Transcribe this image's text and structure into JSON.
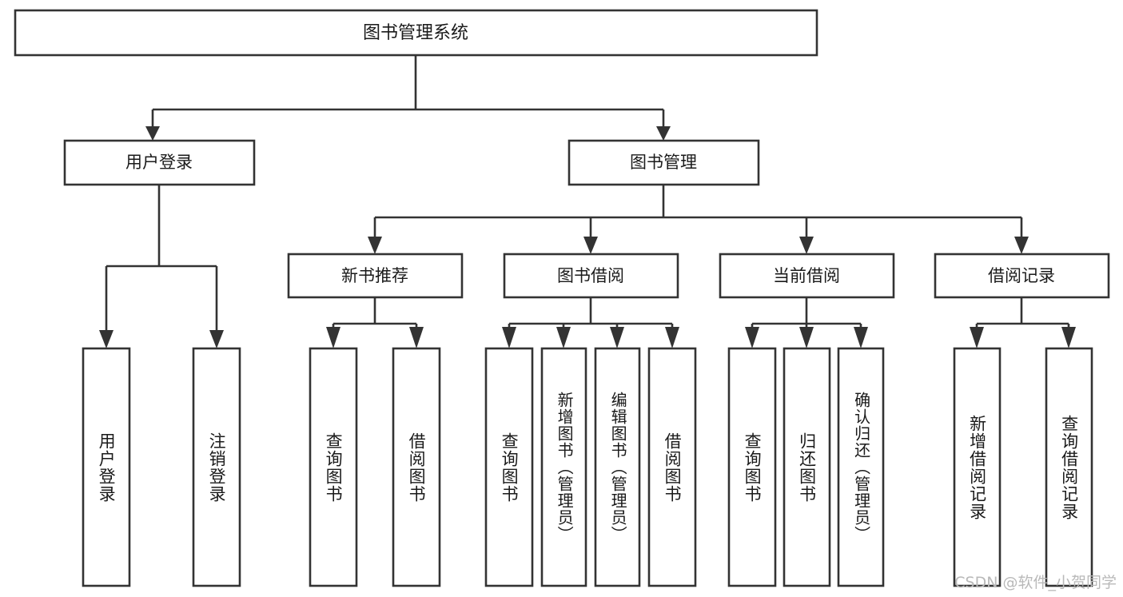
{
  "diagram": {
    "title": "图书管理系统",
    "type": "tree-hierarchy-diagram",
    "orientation": "top-down",
    "colors": {
      "box_stroke": "#333333",
      "box_fill": "#ffffff",
      "text": "#1a1a1a",
      "background": "#ffffff",
      "watermark": "#b9b9b9"
    },
    "watermark": "CSDN @软件_小贺同学"
  },
  "nodes": {
    "root": {
      "label": "图书管理系统",
      "level": 1
    },
    "level2": [
      {
        "id": "user-login",
        "label": "用户登录"
      },
      {
        "id": "book-manage",
        "label": "图书管理"
      }
    ],
    "level3": [
      {
        "id": "new-book-recommend",
        "label": "新书推荐",
        "parent": "book-manage"
      },
      {
        "id": "book-borrow",
        "label": "图书借阅",
        "parent": "book-manage"
      },
      {
        "id": "current-borrow",
        "label": "当前借阅",
        "parent": "book-manage"
      },
      {
        "id": "borrow-record",
        "label": "借阅记录",
        "parent": "book-manage"
      }
    ],
    "leaves": [
      {
        "id": "leaf-user-login",
        "label": "用户登录",
        "parent": "user-login"
      },
      {
        "id": "leaf-user-logout",
        "label": "注销登录",
        "parent": "user-login"
      },
      {
        "id": "leaf-query-book-1",
        "label": "查询图书",
        "parent": "new-book-recommend"
      },
      {
        "id": "leaf-borrow-book-1",
        "label": "借阅图书",
        "parent": "new-book-recommend"
      },
      {
        "id": "leaf-query-book-2",
        "label": "查询图书",
        "parent": "book-borrow"
      },
      {
        "id": "leaf-add-book",
        "label": "新增图书（管理员）",
        "parent": "book-borrow"
      },
      {
        "id": "leaf-edit-book",
        "label": "编辑图书（管理员）",
        "parent": "book-borrow"
      },
      {
        "id": "leaf-borrow-book-2",
        "label": "借阅图书",
        "parent": "book-borrow"
      },
      {
        "id": "leaf-query-book-3",
        "label": "查询图书",
        "parent": "current-borrow"
      },
      {
        "id": "leaf-return-book",
        "label": "归还图书",
        "parent": "current-borrow"
      },
      {
        "id": "leaf-confirm-return",
        "label": "确认归还（管理员）",
        "parent": "current-borrow"
      },
      {
        "id": "leaf-add-record",
        "label": "新增借阅记录",
        "parent": "borrow-record"
      },
      {
        "id": "leaf-query-record",
        "label": "查询借阅记录",
        "parent": "borrow-record"
      }
    ]
  }
}
